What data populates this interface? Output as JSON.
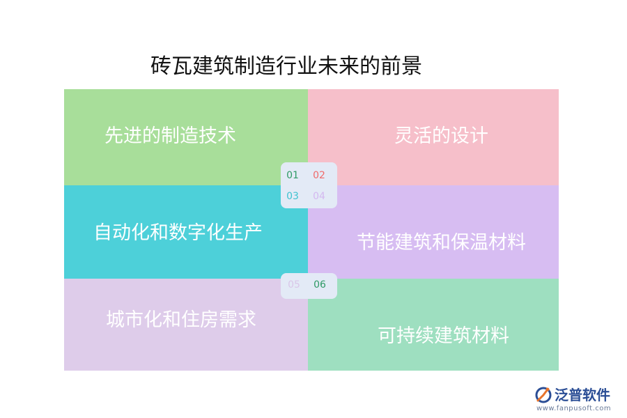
{
  "title": "砖瓦建筑制造行业未来的前景",
  "cells": [
    {
      "number": "01",
      "label": "先进的制造技术",
      "bg_color": "#a8de9a",
      "number_color": "#2f9a66"
    },
    {
      "number": "02",
      "label": "灵活的设计",
      "bg_color": "#f6bfca",
      "number_color": "#f06a6a"
    },
    {
      "number": "03",
      "label": "自动化和数字化生产",
      "bg_color": "#4dd0d9",
      "number_color": "#3fc2d0"
    },
    {
      "number": "04",
      "label": "节能建筑和保温材料",
      "bg_color": "#d7bdf2",
      "number_color": "#d4b8f0"
    },
    {
      "number": "05",
      "label": "城市化和住房需求",
      "bg_color": "#deccea",
      "number_color": "#d9c6e8"
    },
    {
      "number": "06",
      "label": "可持续建筑材料",
      "bg_color": "#9edfc0",
      "number_color": "#2f9a66"
    }
  ],
  "logo": {
    "name": "泛普软件",
    "url": "www.fanpusoft.com",
    "icon": "fanpu-logo-icon"
  }
}
